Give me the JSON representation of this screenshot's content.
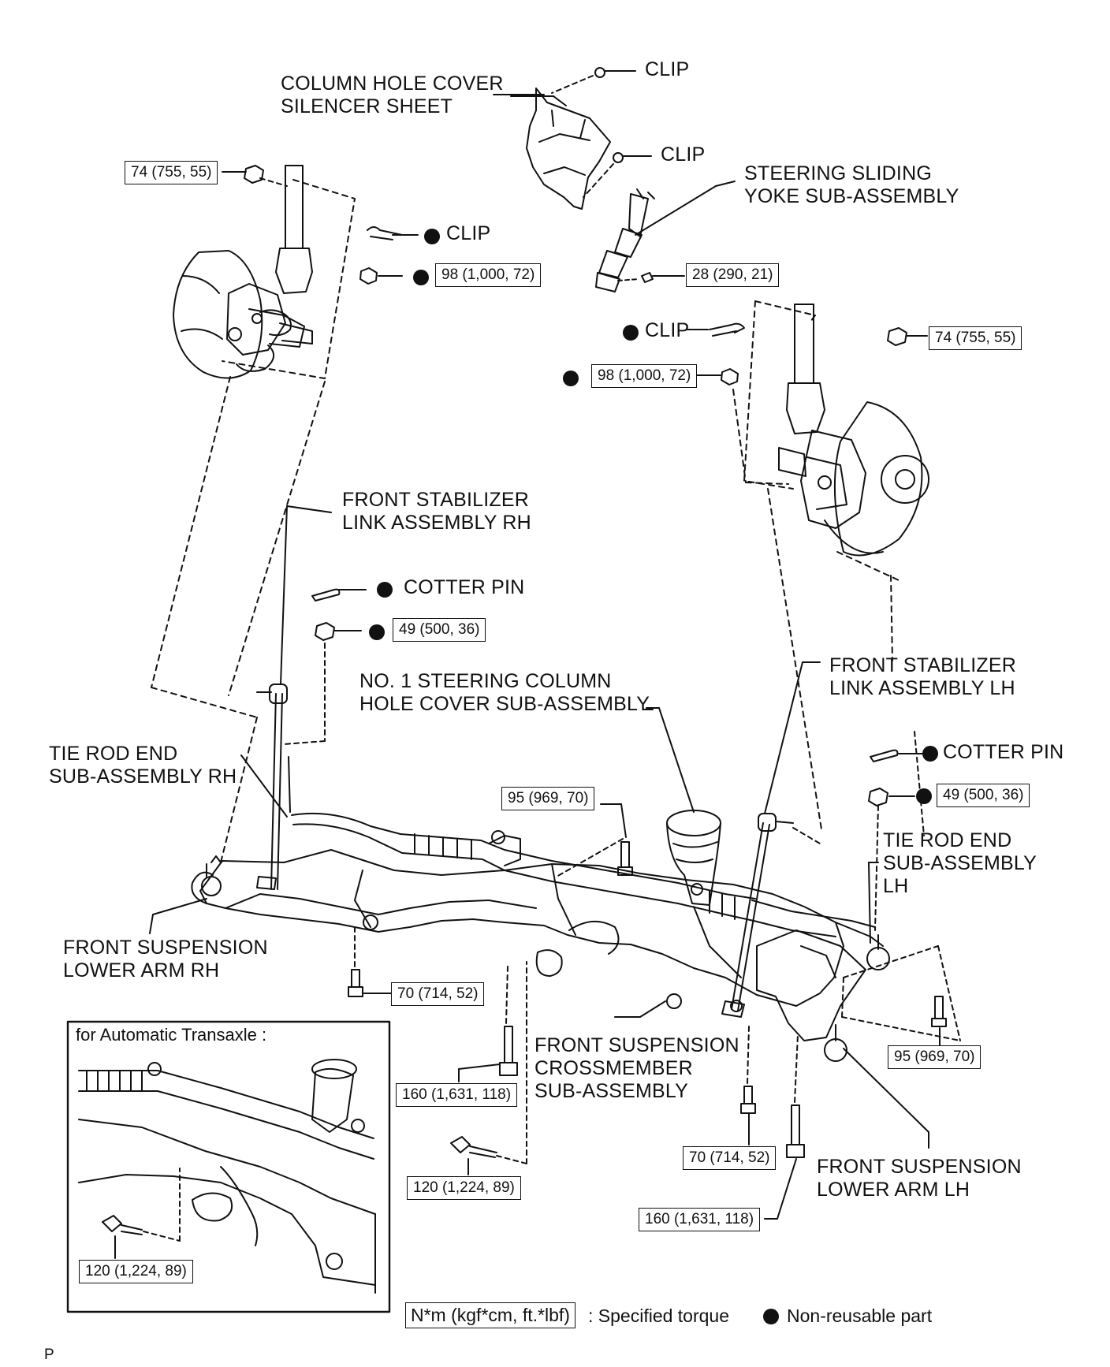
{
  "labels": {
    "column_hole_cover_silencer": "COLUMN HOLE COVER\nSILENCER SHEET",
    "clip_top_1": "CLIP",
    "clip_top_2": "CLIP",
    "steering_sliding_yoke": "STEERING SLIDING\nYOKE SUB-ASSEMBLY",
    "clip_rh": "CLIP",
    "clip_lh": "CLIP",
    "front_stabilizer_link_rh": "FRONT STABILIZER\nLINK ASSEMBLY RH",
    "cotter_pin_rh": "COTTER PIN",
    "no1_steering_column_cover": "NO. 1 STEERING COLUMN\nHOLE COVER SUB-ASSEMBLY",
    "front_stabilizer_link_lh": "FRONT STABILIZER\nLINK ASSEMBLY LH",
    "tie_rod_end_rh": "TIE ROD END\nSUB-ASSEMBLY RH",
    "cotter_pin_lh": "COTTER PIN",
    "tie_rod_end_lh": "TIE ROD END\nSUB-ASSEMBLY\nLH",
    "front_suspension_lower_arm_rh": "FRONT SUSPENSION\nLOWER ARM RH",
    "front_suspension_crossmember": "FRONT SUSPENSION\nCROSSMEMBER\nSUB-ASSEMBLY",
    "front_suspension_lower_arm_lh": "FRONT SUSPENSION\nLOWER ARM LH"
  },
  "torques": {
    "strut_nut_rh": "74 (755, 55)",
    "knuckle_nut_rh": "98 (1,000, 72)",
    "yoke_bolt": "28 (290, 21)",
    "strut_nut_lh": "74 (755, 55)",
    "knuckle_nut_lh": "98 (1,000, 72)",
    "stab_nut_rh": "49 (500, 36)",
    "rack_bolt_center": "95 (969, 70)",
    "stab_nut_lh": "49 (500, 36)",
    "arm_bolt_rh": "70 (714, 52)",
    "crossmember_bolt_rh": "160 (1,631, 118)",
    "rack_bolt_lh": "95 (969, 70)",
    "crossmember_rear_bolt": "120 (1,224, 89)",
    "arm_bolt_lh": "70 (714, 52)",
    "crossmember_bolt_lh": "160 (1,631, 118)",
    "inset_bolt": "120 (1,224, 89)"
  },
  "inset": {
    "title": "for Automatic   Transaxle :"
  },
  "legend": {
    "torque_unit": "N*m (kgf*cm, ft.*lbf)",
    "torque_desc": ": Specified torque",
    "nonreusable_desc": "Non-reusable part"
  },
  "footer": {
    "code": "P"
  }
}
